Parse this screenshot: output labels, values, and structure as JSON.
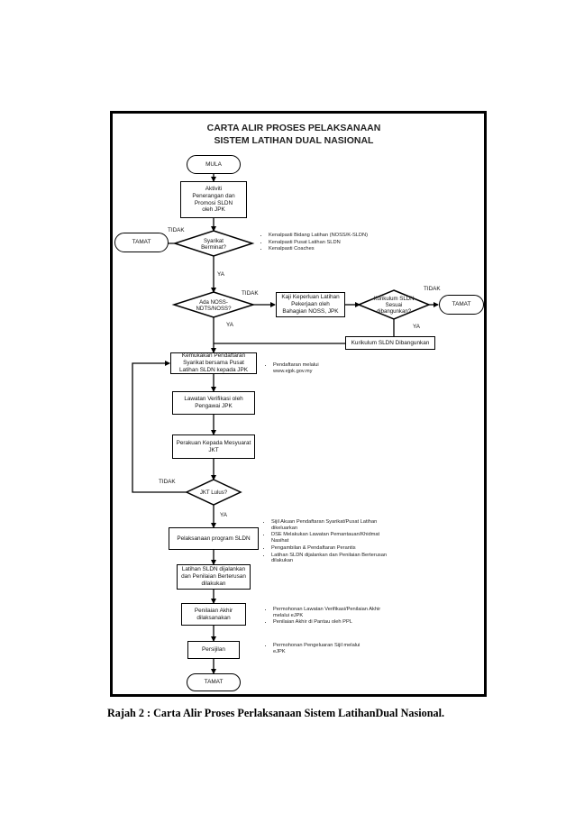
{
  "title": {
    "line1": "CARTA ALIR PROSES PELAKSANAAN",
    "line2": "SISTEM LATIHAN DUAL NASIONAL"
  },
  "nodes": {
    "mula": "MULA",
    "aktiviti": "Aktiviti\nPenerangan dan\nPromosi SLDN\noleh JPK",
    "tamat1": "TAMAT",
    "syarikat": "Syarikat\nBerminat?",
    "noss": "Ada NOSS-\nNDTS/NOSS?",
    "kaji": "Kaji Keperluan Latihan\nPekerjaan oleh\nBahagian NOSS, JPK",
    "kurikulum_q": "Kurikulum SLDN\nSesuai\ndibangunkan?",
    "tamat2": "TAMAT",
    "dibangunkan": "Kurikulum SLDN Dibangunkan",
    "kemukakan": "Kemukakan Pendaftaran\nSyarikat bersama Pusat\nLatihan SLDN kepada JPK",
    "lawatan": "Lawatan Verifikasi oleh\nPengawai JPK",
    "perakuan": "Perakuan Kepada Mesyuarat\nJKT",
    "jkt": "JKT Lulus?",
    "pelaksanaan": "Pelaksanaan program SLDN",
    "latihan": "Latihan SLDN dijalankan\ndan Penilaian Berterusan\ndilakukan",
    "penilaian": "Penilaian Akhir\ndilaksanakan",
    "persijilan": "Persijilan",
    "tamat3": "TAMAT"
  },
  "labels": {
    "tidak": "TIDAK",
    "ya": "YA"
  },
  "notes": {
    "syarikat": [
      "Kenalpasti Bidang Latihan (NOSS/K-SLDN)",
      "Kenalpasti Pusat Latihan SLDN",
      "Kenalpasti Coaches"
    ],
    "pendaftaran": [
      "Pendaftaran melalui\nwww.ejpk.gov.my"
    ],
    "pelaksanaan": [
      "Sijil Akuan Pendaftaran Syarikat/Pusat Latihan\ndikeluarkan",
      "DSE Melakukan Lawatan Pemantauan/Khidmat\nNasihat",
      "Pengambilan & Pendaftaran Perantis",
      "Latihan SLDN dijalankan dan Penilaian Berterusan\ndilakukan"
    ],
    "penilaian": [
      "Permohonan Lawatan Verifikasi/Penilaian Akhir\nmelalui eJPK",
      "Penilaian Akhir di Pantau oleh PPL"
    ],
    "persijilan": [
      "Permohonan Pengeluaran Sijil melalui\neJPK"
    ]
  },
  "caption": "Rajah 2 : Carta Alir Proses Perlaksanaan Sistem LatihanDual Nasional."
}
